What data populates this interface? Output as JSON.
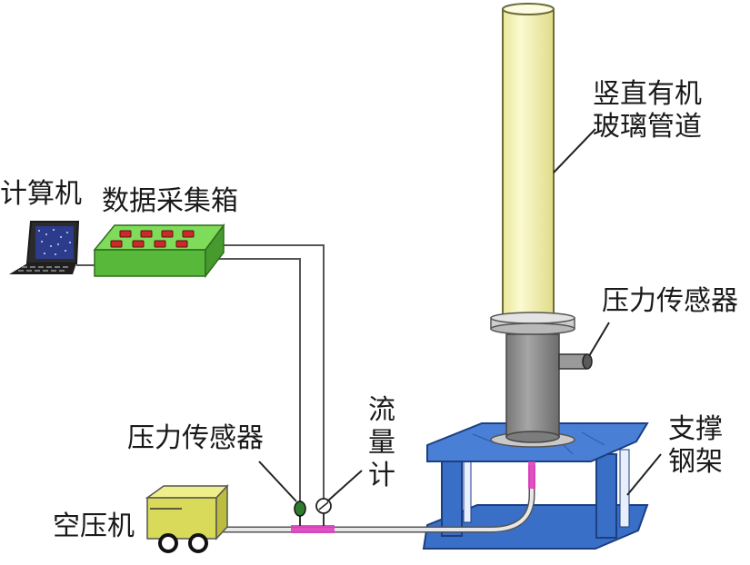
{
  "labels": {
    "computer": "计算机",
    "daq_box": "数据采集箱",
    "vertical_pipe": [
      "竖直有机",
      "玻璃管道"
    ],
    "pressure_sensor_top": "压力传感器",
    "pressure_sensor_bottom": "压力传感器",
    "flowmeter": [
      "流",
      "量",
      "计"
    ],
    "support_frame": [
      "支撑",
      "钢架"
    ],
    "air_compressor": "空压机"
  },
  "colors": {
    "pipe": "#f5f3a8",
    "daq_box": "#66cc44",
    "daq_buttons": "#cc2a2a",
    "frame": "#3a6fc7",
    "compressor": "#d9d95a",
    "cylinder": "#8d8d8d",
    "hose": "#e8e8e8",
    "fitting": "#e040c0"
  }
}
